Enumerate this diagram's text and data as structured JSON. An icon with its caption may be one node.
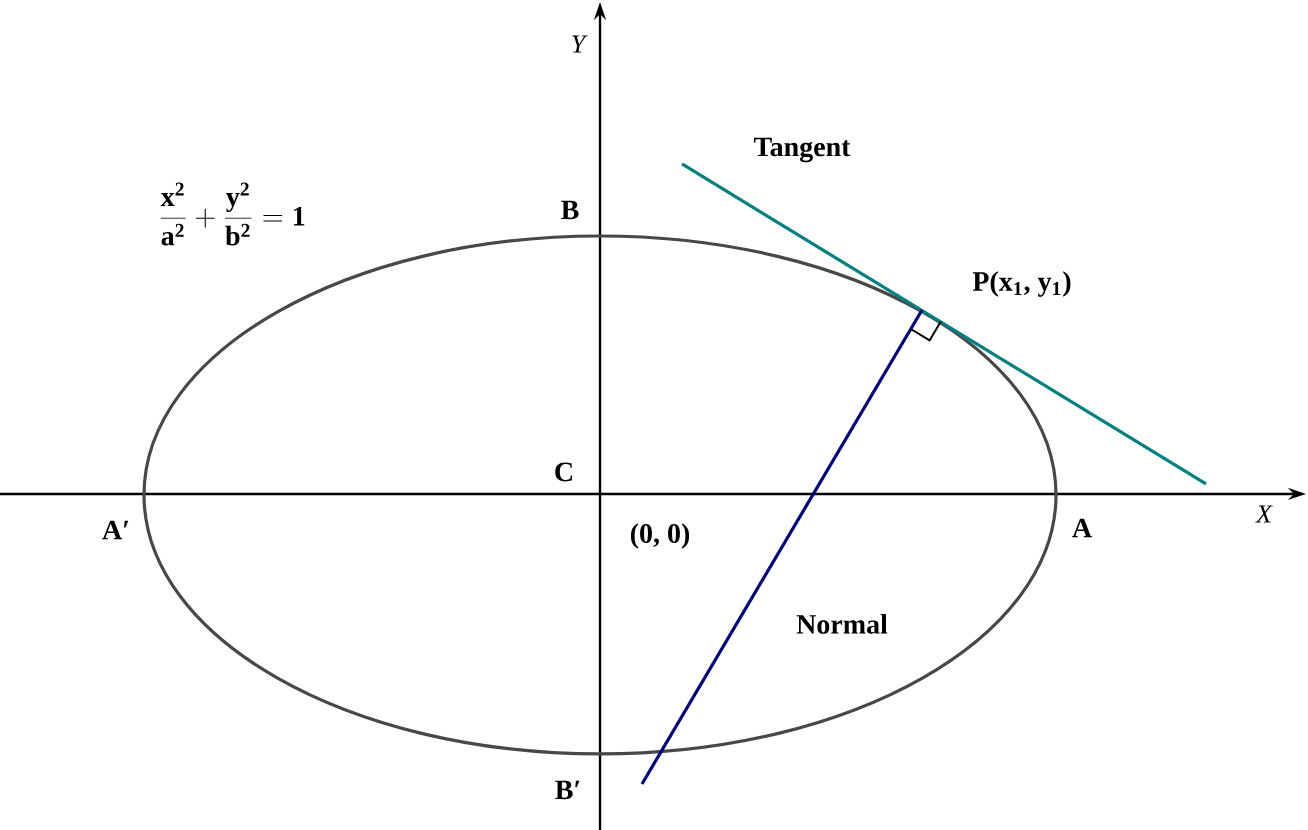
{
  "diagram": {
    "labels": [
      "Y",
      "X",
      "Tangent",
      "\\frac{\\mathbf{x^2}}{\\mathbf{a^2}}+\\frac{\\mathbf{y^2}}{\\mathbf{b^2}}=\\mathbf{1}",
      "B",
      "P(x$_{1}$, y$_{1}$)",
      "C",
      "A′",
      "(0, 0)",
      "A",
      "Normal",
      "B′"
    ]
  }
}
